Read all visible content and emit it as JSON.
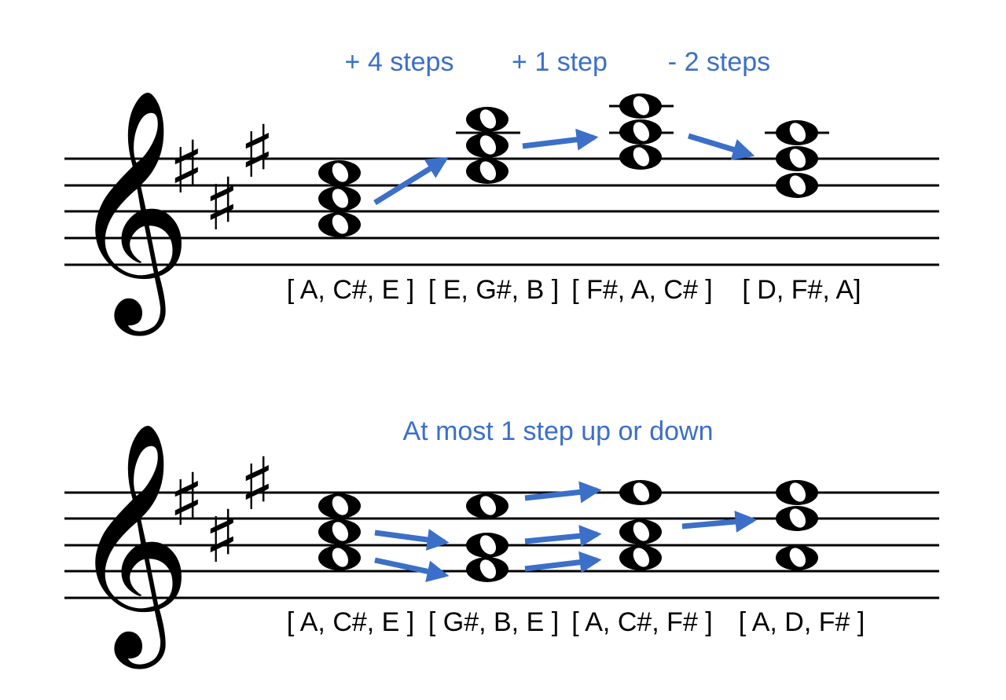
{
  "colors": {
    "ink": "#000000",
    "accent": "#3b6fc8",
    "background": "#ffffff"
  },
  "icons": {
    "clef": "treble-clef-icon",
    "sharp": "sharp-icon",
    "note": "whole-note-icon",
    "arrow": "arrow-icon"
  },
  "clef_glyph": "𝄞",
  "sharp_glyph": "♯",
  "key_signature": "F#, C#, G#",
  "systems": [
    {
      "step_labels": [
        "+ 4 steps",
        "+ 1 step",
        "- 2 steps"
      ],
      "caption": "",
      "chords": [
        {
          "label": "[ A, C#, E ]"
        },
        {
          "label": "[ E, G#, B ]"
        },
        {
          "label": "[ F#, A, C# ]"
        },
        {
          "label": "[ D, F#, A]"
        }
      ]
    },
    {
      "step_labels": [],
      "caption": "At most 1 step up or down",
      "chords": [
        {
          "label": "[ A, C#, E ]"
        },
        {
          "label": "[ G#, B, E ]"
        },
        {
          "label": "[ A, C#, F# ]"
        },
        {
          "label": "[ A, D, F# ]"
        }
      ]
    }
  ]
}
